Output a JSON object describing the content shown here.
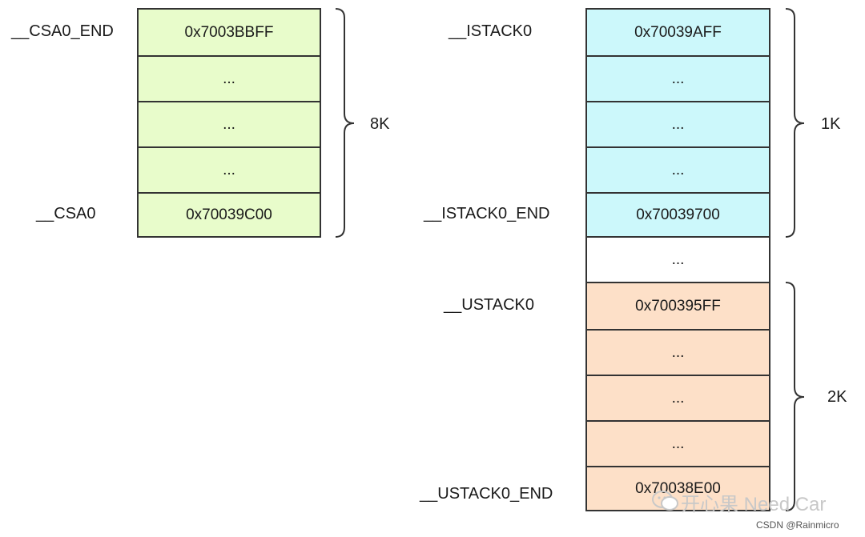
{
  "csa": {
    "top_label": "__CSA0_END",
    "bottom_label": "__CSA0",
    "cells": [
      "0x7003BBFF",
      "...",
      "...",
      "...",
      "0x70039C00"
    ],
    "size": "8K",
    "color": "#e8fccb"
  },
  "istack": {
    "top_label": "__ISTACK0",
    "bottom_label": "__ISTACK0_END",
    "cells": [
      "0x70039AFF",
      "...",
      "...",
      "...",
      "0x70039700"
    ],
    "size": "1K",
    "color": "#ccf8fb"
  },
  "gap": {
    "text": "..."
  },
  "ustack": {
    "top_label": "__USTACK0",
    "bottom_label": "__USTACK0_END",
    "cells": [
      "0x700395FF",
      "...",
      "...",
      "...",
      "0x70038E00"
    ],
    "size": "2K",
    "color": "#fde0c8"
  },
  "watermark": {
    "text": "开心果 Need Car",
    "icon": "wechat-icon"
  },
  "credit": "CSDN @Rainmicro"
}
